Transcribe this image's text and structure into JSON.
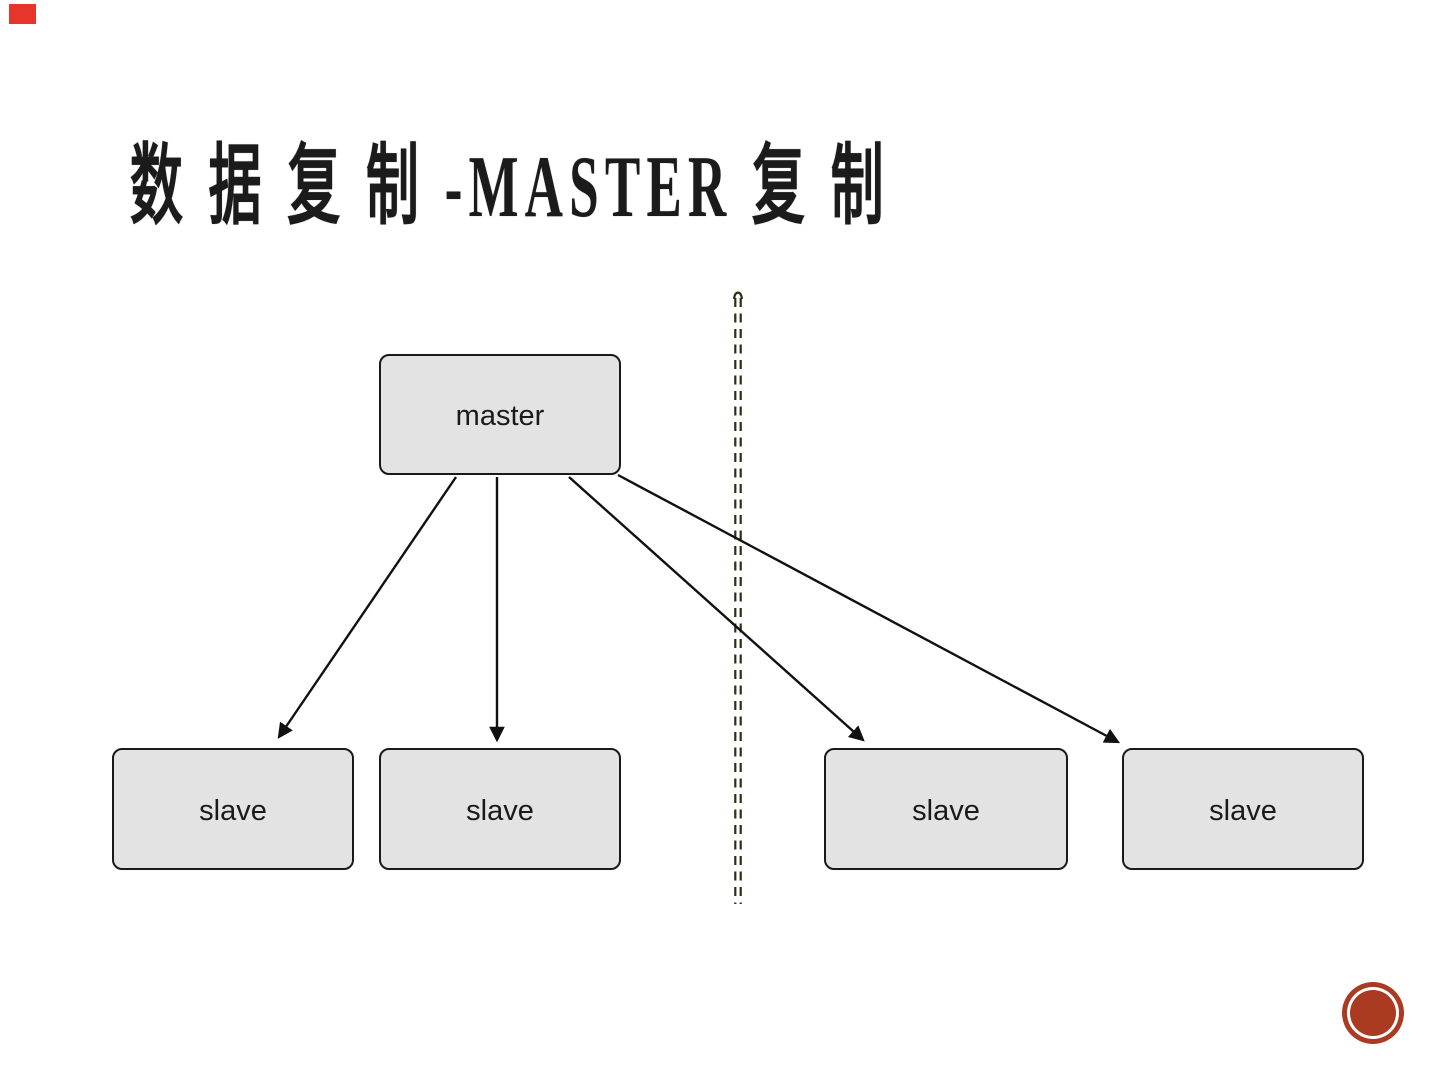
{
  "slide": {
    "title": "数 据 复 制 -MASTER 复 制",
    "background_color": "#ffffff"
  },
  "diagram": {
    "nodes": [
      {
        "id": "master",
        "label": "master"
      },
      {
        "id": "slave-1",
        "label": "slave"
      },
      {
        "id": "slave-2",
        "label": "slave"
      },
      {
        "id": "slave-3",
        "label": "slave"
      },
      {
        "id": "slave-4",
        "label": "slave"
      }
    ],
    "edges": [
      {
        "from": "master",
        "to": "slave-1",
        "style": "solid-arrow"
      },
      {
        "from": "master",
        "to": "slave-2",
        "style": "solid-arrow"
      },
      {
        "from": "master",
        "to": "slave-3",
        "style": "solid-arrow"
      },
      {
        "from": "master",
        "to": "slave-4",
        "style": "solid-arrow"
      }
    ],
    "divider": {
      "orientation": "vertical",
      "style": "double-dashed",
      "color": "#2b2f17"
    },
    "node_fill_color": "#e3e3e3",
    "node_border_color": "#1a1a1a",
    "edge_color": "#111111"
  },
  "decorations": {
    "stamp_color": "#ab3a23",
    "stamp_ring_color": "#ffffff",
    "corner_marker_color": "#e8352c"
  }
}
